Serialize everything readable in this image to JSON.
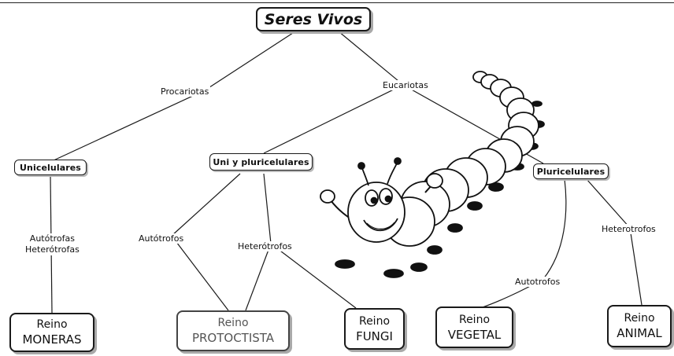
{
  "root": "Seres Vivos",
  "groups": {
    "unicelulares": "Unicelulares",
    "uni_pluri": "Uni y pluricelulares",
    "pluricelulares": "Pluricelulares"
  },
  "edge_labels": {
    "procariotas": "Procariotas",
    "eucariotas": "Eucariotas",
    "autotrofas": "Autótrofas",
    "heterotrofas": "Heterótrofas",
    "autotrofos": "Autótrofos",
    "heterotrofos": "Heterótrofos",
    "autotrofos_veg": "Autotrofos",
    "heterotrofos_anim": "Heterotrofos"
  },
  "kingdoms": [
    {
      "line1": "Reino",
      "line2": "MONERAS"
    },
    {
      "line1": "Reino",
      "line2": "PROTOCTISTA"
    },
    {
      "line1": "Reino",
      "line2": "FUNGI"
    },
    {
      "line1": "Reino",
      "line2": "VEGETAL"
    },
    {
      "line1": "Reino",
      "line2": "ANIMAL"
    }
  ],
  "colors": {
    "line": "#1a1a1a",
    "caterpillar_fill": "#ffffff",
    "caterpillar_shade": "#d8d8d8"
  }
}
